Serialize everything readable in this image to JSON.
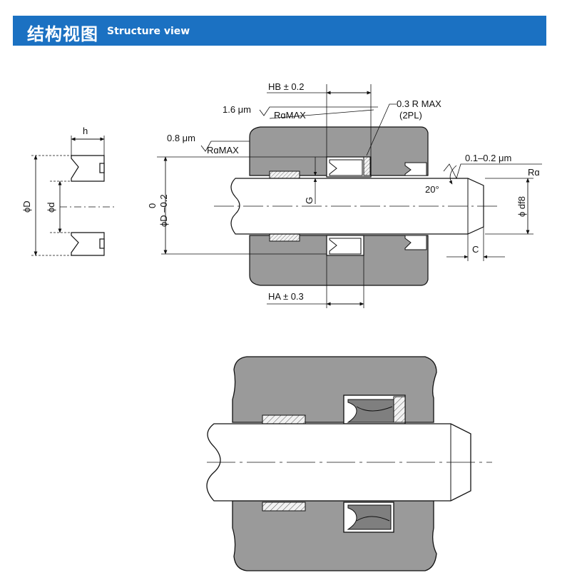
{
  "header": {
    "title_zh": "结构视图",
    "title_en": "Structure view"
  },
  "colors": {
    "banner": "#1b71c2",
    "housing": "#9a9a9a",
    "seal": "#7f7f7f",
    "line": "#111111"
  },
  "drawing": {
    "seal_section": {
      "height_label": "h",
      "outer_dia_label": "ϕD",
      "inner_dia_label": "ϕd"
    },
    "assembly": {
      "hb_tol": "HB ± 0.2",
      "ha_tol": "HA ± 0.3",
      "rough_housing": "1.6 μm",
      "rough_bore": "0.8 μm",
      "rough_rod": "0.1–0.2 μm",
      "ra_max": "RɑMAX",
      "ra": "Rɑ",
      "radius_note": "0.3 R MAX",
      "radius_count": "(2PL)",
      "bore_tol_upper": "0",
      "bore_tol_lower": "ϕD –0.2",
      "gap_label": "G",
      "rod_dia": "ϕ df8",
      "chamfer_angle": "20°",
      "chamfer_len": "C"
    }
  }
}
